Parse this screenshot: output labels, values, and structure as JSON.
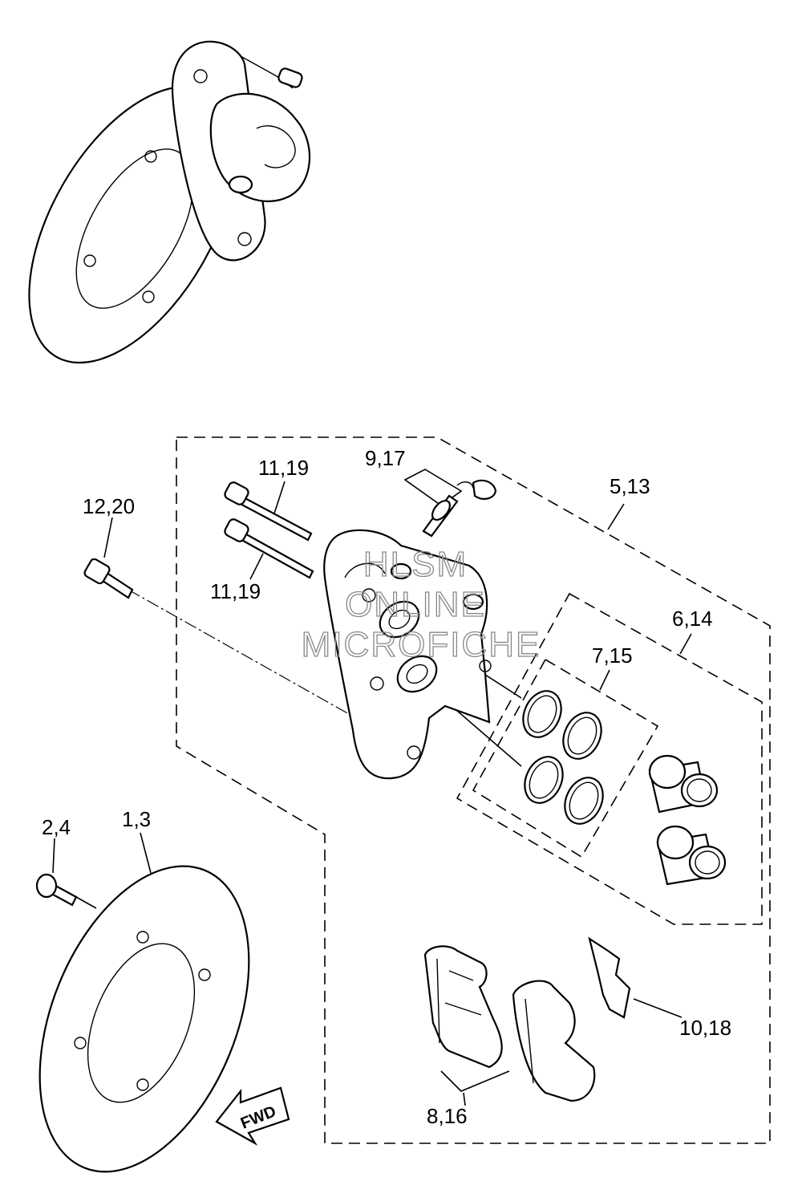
{
  "labels": {
    "disc_bolt": "2,4",
    "brake_disc": "1,3",
    "mount_bolt": "12,20",
    "pin_upper": "11,19",
    "pin_lower": "11,19",
    "bleed_screw": "9,17",
    "caliper_assy": "5,13",
    "piston_kit": "6,14",
    "seal_kit": "7,15",
    "pad_kit": "8,16",
    "pad_spring": "10,18"
  },
  "fwd_arrow": "FWD",
  "watermark": [
    "HLSM",
    "ONLINE",
    "MICROFICHE"
  ]
}
